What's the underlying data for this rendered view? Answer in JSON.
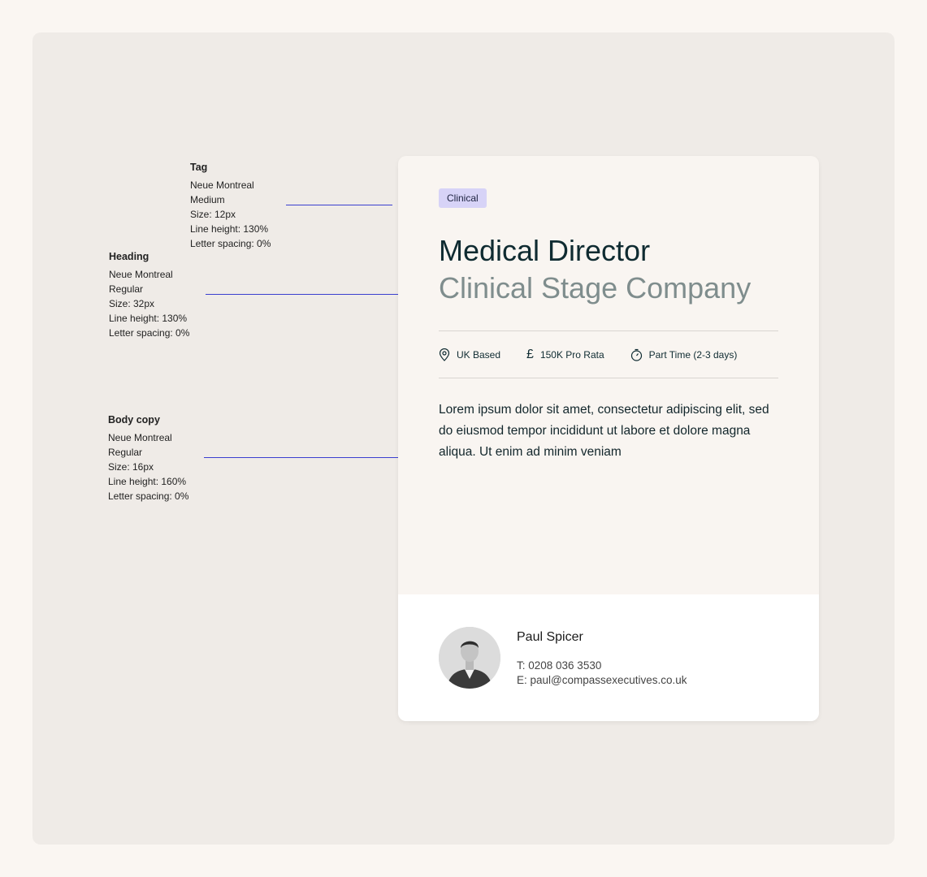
{
  "annotations": {
    "tag": {
      "title": "Tag",
      "lines": [
        "Neue Montreal",
        "Medium",
        "Size: 12px",
        "Line height: 130%",
        "Letter spacing: 0%"
      ]
    },
    "heading": {
      "title": "Heading",
      "lines": [
        "Neue Montreal",
        "Regular",
        "Size: 32px",
        "Line height: 130%",
        "Letter spacing: 0%"
      ]
    },
    "body": {
      "title": "Body copy",
      "lines": [
        "Neue Montreal",
        "Regular",
        "Size: 16px",
        "Line height: 160%",
        "Letter spacing: 0%"
      ]
    }
  },
  "card": {
    "tag": "Clinical",
    "title": "Medical Director",
    "subtitle": "Clinical Stage Company",
    "meta": {
      "location": "UK Based",
      "salary": "150K Pro Rata",
      "salary_symbol": "£",
      "time": "Part Time (2-3 days)"
    },
    "body": "Lorem ipsum dolor sit amet, consectetur adipiscing elit, sed do eiusmod tempor incididunt ut labore et dolore magna aliqua. Ut enim ad minim veniam",
    "contact": {
      "name": "Paul Spicer",
      "phone": "T: 0208 036 3530",
      "email": "E: paul@compassexecutives.co.uk"
    }
  },
  "icons": {
    "location": "map-pin-icon",
    "salary": "pound-icon",
    "time": "stopwatch-icon"
  },
  "colors": {
    "tag_bg": "#d7d3f7",
    "heading": "#0f2b31",
    "subheading": "#7f8d8d",
    "leader_line": "#3a3fcf",
    "background": "#efebe7"
  }
}
